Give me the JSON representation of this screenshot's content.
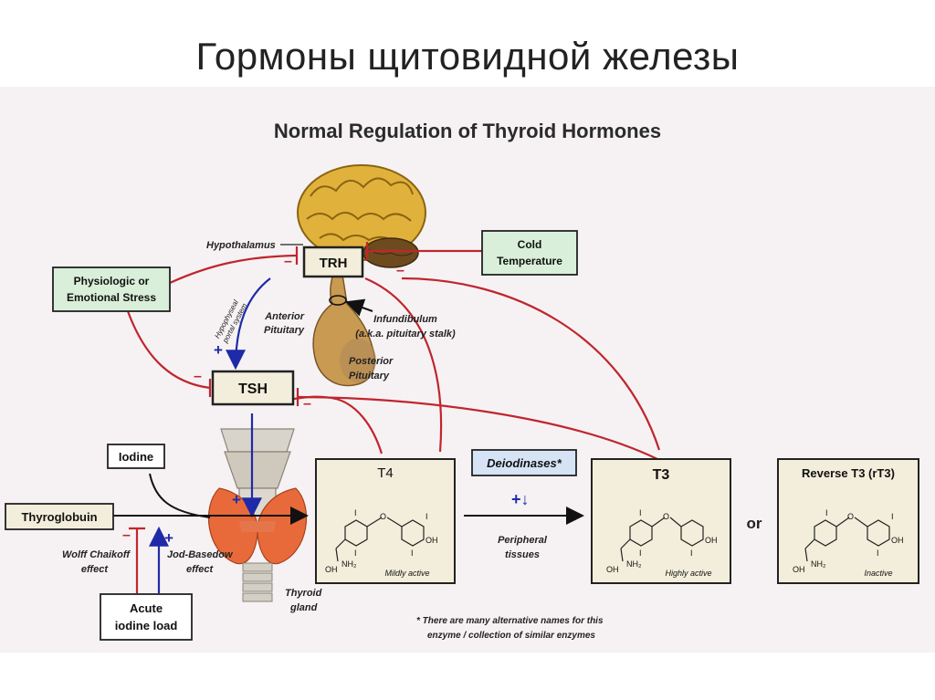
{
  "slide_title": "Гормоны щитовидной железы",
  "figure_title": "Normal Regulation of Thyroid Hormones",
  "boxes": {
    "trh": "TRH",
    "tsh": "TSH",
    "cold_line1": "Cold",
    "cold_line2": "Temperature",
    "stress_line1": "Physiologic or",
    "stress_line2": "Emotional Stress",
    "iodine": "Iodine",
    "thyroglobulin": "Thyroglobuin",
    "acute_line1": "Acute",
    "acute_line2": "iodine load",
    "deiodinases": "Deiodinases*",
    "t4": "T4",
    "t3": "T3",
    "rt3": "Reverse T3 (rT3)"
  },
  "labels": {
    "hypothalamus": "Hypothalamus",
    "portal_line1": "Hypophyseal",
    "portal_line2": "portal system",
    "anterior_line1": "Anterior",
    "anterior_line2": "Pituitary",
    "posterior_line1": "Posterior",
    "posterior_line2": "Pituitary",
    "infundibulum_line1": "Infundibulum",
    "infundibulum_line2": "(a.k.a. pituitary stalk)",
    "thyroid_line1": "Thyroid",
    "thyroid_line2": "gland",
    "wolff_line1": "Wolff Chaikoff",
    "wolff_line2": "effect",
    "jod_line1": "Jod-Basedow",
    "jod_line2": "effect",
    "peripheral_line1": "Peripheral",
    "peripheral_line2": "tissues",
    "or": "or",
    "footnote_line1": "*  There are many alternative names for this",
    "footnote_line2": "enzyme / collection of similar enzymes",
    "t4_activity": "Mildly active",
    "t3_activity": "Highly active",
    "rt3_activity": "Inactive"
  },
  "signs": {
    "minus": "–",
    "plus": "+",
    "plus_arrow": "+↓"
  },
  "chem": {
    "I": "I",
    "O": "O",
    "OH": "OH",
    "NH2": "NH₂"
  },
  "colors": {
    "inhibit": "#c0262d",
    "stimulate": "#1f2aa8",
    "box_fill": "#f3eedb",
    "green_box": "#d9efd9",
    "blue_box": "#d5e3f5"
  }
}
